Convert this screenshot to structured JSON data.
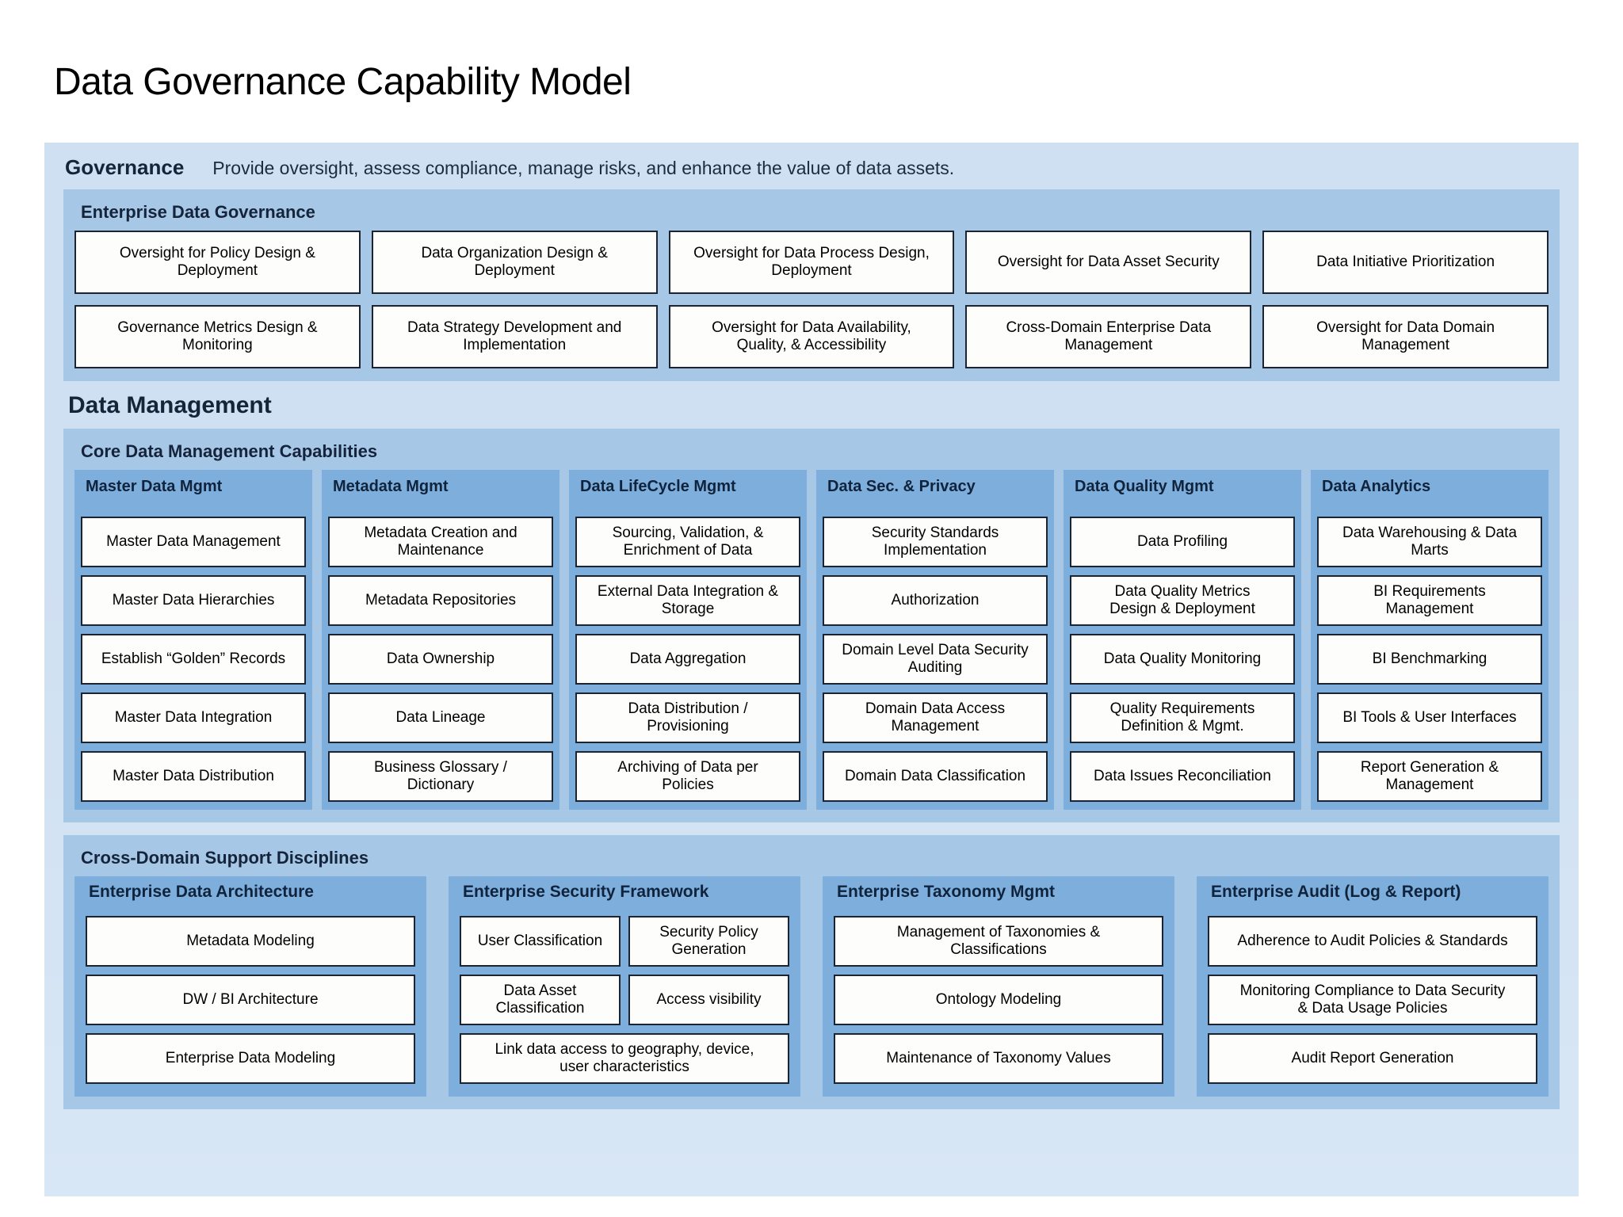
{
  "title": "Data Governance Capability Model",
  "colors": {
    "panel_bg": "#d0e1f2",
    "band_bg": "#a7c7e7",
    "column_bg": "#7eaedb",
    "box_bg": "#fdfdfb",
    "box_border": "#1b2430",
    "heading_text": "#16243a"
  },
  "governance": {
    "heading": "Governance",
    "description": "Provide oversight, assess compliance, manage risks, and enhance the value of data assets.",
    "group_title": "Enterprise Data Governance",
    "capabilities": [
      "Oversight for Policy Design &\nDeployment",
      "Data Organization Design &\nDeployment",
      "Oversight for Data Process Design,\nDeployment",
      "Oversight for Data Asset Security",
      "Data Initiative Prioritization",
      "Governance Metrics Design &\nMonitoring",
      "Data Strategy Development and\nImplementation",
      "Oversight for Data Availability,\nQuality, & Accessibility",
      "Cross-Domain Enterprise Data\nManagement",
      "Oversight for Data Domain\nManagement"
    ]
  },
  "data_management": {
    "heading": "Data Management",
    "core": {
      "group_title": "Core Data Management Capabilities",
      "columns": [
        {
          "title": "Master Data Mgmt",
          "items": [
            "Master Data Management",
            "Master Data Hierarchies",
            "Establish “Golden” Records",
            "Master Data Integration",
            "Master Data Distribution"
          ]
        },
        {
          "title": "Metadata Mgmt",
          "items": [
            "Metadata Creation and\nMaintenance",
            "Metadata Repositories",
            "Data Ownership",
            "Data Lineage",
            "Business Glossary /\nDictionary"
          ]
        },
        {
          "title": "Data LifeCycle Mgmt",
          "items": [
            "Sourcing, Validation, &\nEnrichment of Data",
            "External Data Integration &\nStorage",
            "Data Aggregation",
            "Data Distribution /\nProvisioning",
            "Archiving of Data per\nPolicies"
          ]
        },
        {
          "title": "Data Sec. & Privacy",
          "items": [
            "Security Standards\nImplementation",
            "Authorization",
            "Domain Level Data Security\nAuditing",
            "Domain Data Access\nManagement",
            "Domain Data Classification"
          ]
        },
        {
          "title": "Data Quality Mgmt",
          "items": [
            "Data Profiling",
            "Data Quality Metrics\nDesign & Deployment",
            "Data Quality Monitoring",
            "Quality Requirements\nDefinition & Mgmt.",
            "Data Issues Reconciliation"
          ]
        },
        {
          "title": "Data Analytics",
          "items": [
            "Data Warehousing & Data\nMarts",
            "BI Requirements\nManagement",
            "BI Benchmarking",
            "BI Tools & User Interfaces",
            "Report Generation &\nManagement"
          ]
        }
      ]
    },
    "cross_domain": {
      "group_title": "Cross-Domain Support Disciplines",
      "columns": [
        {
          "title": "Enterprise Data Architecture",
          "layout": "stack",
          "items": [
            "Metadata Modeling",
            "DW / BI Architecture",
            "Enterprise Data Modeling"
          ]
        },
        {
          "title": "Enterprise Security Framework",
          "layout": "pairs",
          "items": [
            "User Classification",
            "Security Policy\nGeneration",
            "Data Asset\nClassification",
            "Access visibility"
          ],
          "wide_item": "Link data access to geography, device,\nuser characteristics"
        },
        {
          "title": "Enterprise Taxonomy Mgmt",
          "layout": "stack",
          "items": [
            "Management of Taxonomies &\nClassifications",
            "Ontology Modeling",
            "Maintenance of Taxonomy Values"
          ]
        },
        {
          "title": "Enterprise Audit (Log & Report)",
          "layout": "stack",
          "items": [
            "Adherence to Audit Policies & Standards",
            "Monitoring Compliance to Data Security\n& Data Usage Policies",
            "Audit Report Generation"
          ]
        }
      ]
    }
  }
}
